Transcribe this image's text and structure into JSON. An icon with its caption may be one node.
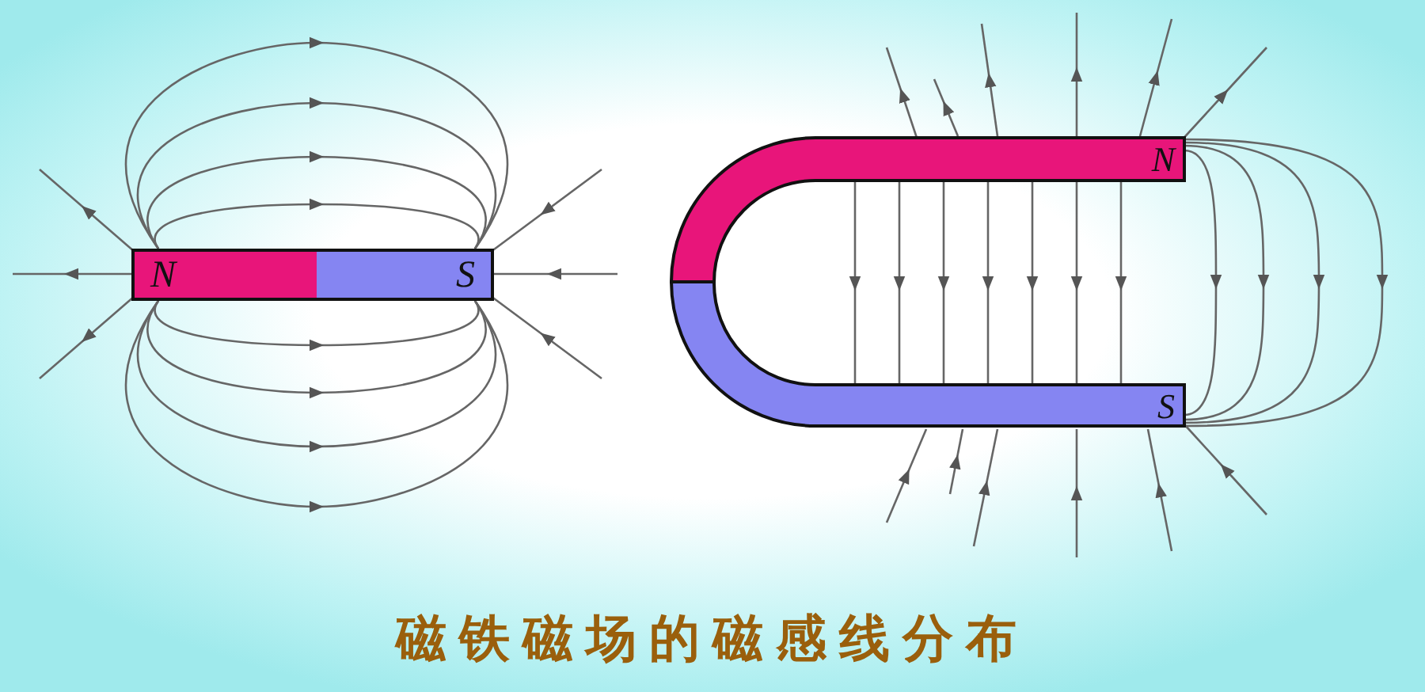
{
  "diagram": {
    "caption": "磁铁磁场的磁感线分布",
    "nodes": [
      {
        "text": [
          "N"
        ]
      },
      {
        "text": [
          "S"
        ]
      },
      {
        "text": [
          "N"
        ]
      },
      {
        "text": [
          "S"
        ]
      }
    ]
  }
}
